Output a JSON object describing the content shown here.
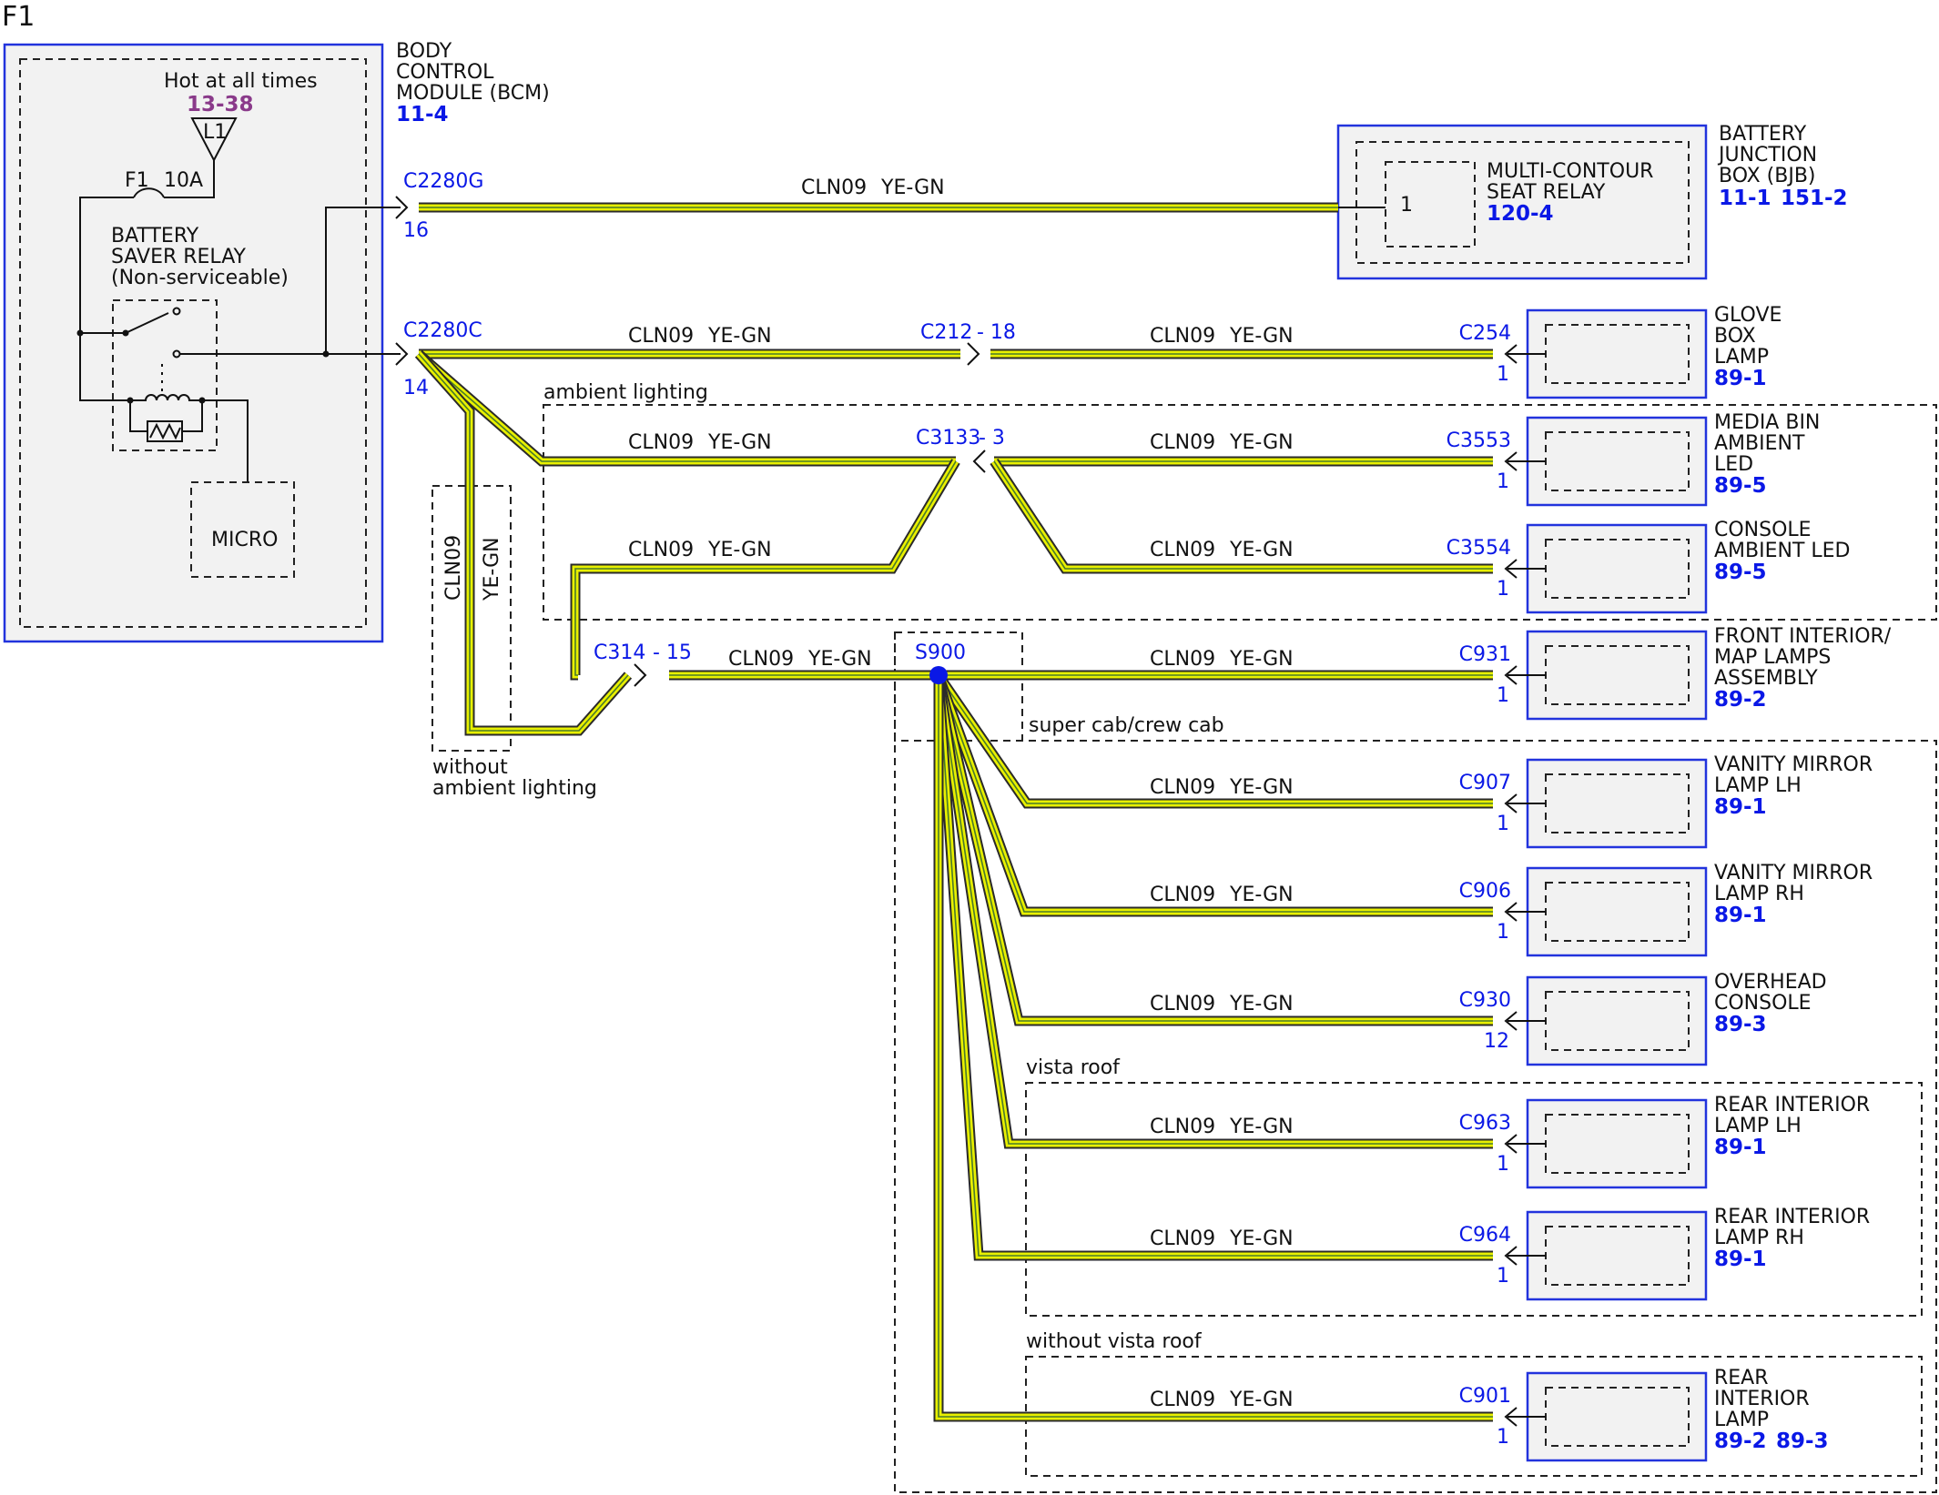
{
  "page_label": "F1",
  "wire_label": {
    "circuit": "CLN09",
    "color": "YE-GN"
  },
  "colors": {
    "module_border": "#2233dd",
    "wire_fill": "#e8f000",
    "wire_outline": "#2a2a2a",
    "ref_blue": "#0a18e6",
    "ref_purple": "#8a3a8a"
  },
  "bcm": {
    "title_lines": [
      "BODY",
      "CONTROL",
      "MODULE (BCM)"
    ],
    "ref": "11-4",
    "hot_label": "Hot at all times",
    "hot_ref": "13-38",
    "power_tag": "L1",
    "fuse_name": "F1",
    "fuse_rating": "10A",
    "relay_lines": [
      "BATTERY",
      "SAVER RELAY",
      "(Non-serviceable)"
    ],
    "micro": "MICRO",
    "conn_g": "C2280G",
    "pin_g": "16",
    "conn_c": "C2280C",
    "pin_c": "14"
  },
  "bjb": {
    "title_lines": [
      "BATTERY",
      "JUNCTION",
      "BOX (BJB)"
    ],
    "refs": [
      "11-1",
      "151-2"
    ],
    "relay_lines": [
      "MULTI-CONTOUR",
      "SEAT RELAY"
    ],
    "relay_ref": "120-4",
    "pin": "1"
  },
  "inline": {
    "c212": "C212",
    "c212_pin": "- 18",
    "c3133": "C3133",
    "c3133_pin": "- 3",
    "c314": "C314",
    "c314_pin": "- 15",
    "splice": "S900"
  },
  "options": {
    "ambient": "ambient lighting",
    "without_ambient": [
      "without",
      "ambient lighting"
    ],
    "super_cab": "super cab/crew cab",
    "vista": "vista roof",
    "without_vista": "without vista roof"
  },
  "components": [
    {
      "conn": "C254",
      "pin": "1",
      "lines": [
        "GLOVE",
        "BOX",
        "LAMP"
      ],
      "refs": [
        "89-1"
      ]
    },
    {
      "conn": "C3553",
      "pin": "1",
      "lines": [
        "MEDIA BIN",
        "AMBIENT",
        "LED"
      ],
      "refs": [
        "89-5"
      ]
    },
    {
      "conn": "C3554",
      "pin": "1",
      "lines": [
        "CONSOLE",
        "AMBIENT LED"
      ],
      "refs": [
        "89-5"
      ]
    },
    {
      "conn": "C931",
      "pin": "1",
      "lines": [
        "FRONT INTERIOR/",
        "MAP LAMPS",
        "ASSEMBLY"
      ],
      "refs": [
        "89-2"
      ]
    },
    {
      "conn": "C907",
      "pin": "1",
      "lines": [
        "VANITY MIRROR",
        "LAMP LH"
      ],
      "refs": [
        "89-1"
      ]
    },
    {
      "conn": "C906",
      "pin": "1",
      "lines": [
        "VANITY MIRROR",
        "LAMP RH"
      ],
      "refs": [
        "89-1"
      ]
    },
    {
      "conn": "C930",
      "pin": "12",
      "lines": [
        "OVERHEAD",
        "CONSOLE"
      ],
      "refs": [
        "89-3"
      ]
    },
    {
      "conn": "C963",
      "pin": "1",
      "lines": [
        "REAR INTERIOR",
        "LAMP LH"
      ],
      "refs": [
        "89-1"
      ]
    },
    {
      "conn": "C964",
      "pin": "1",
      "lines": [
        "REAR INTERIOR",
        "LAMP RH"
      ],
      "refs": [
        "89-1"
      ]
    },
    {
      "conn": "C901",
      "pin": "1",
      "lines": [
        "REAR",
        "INTERIOR",
        "LAMP"
      ],
      "refs": [
        "89-2",
        "89-3"
      ]
    }
  ]
}
